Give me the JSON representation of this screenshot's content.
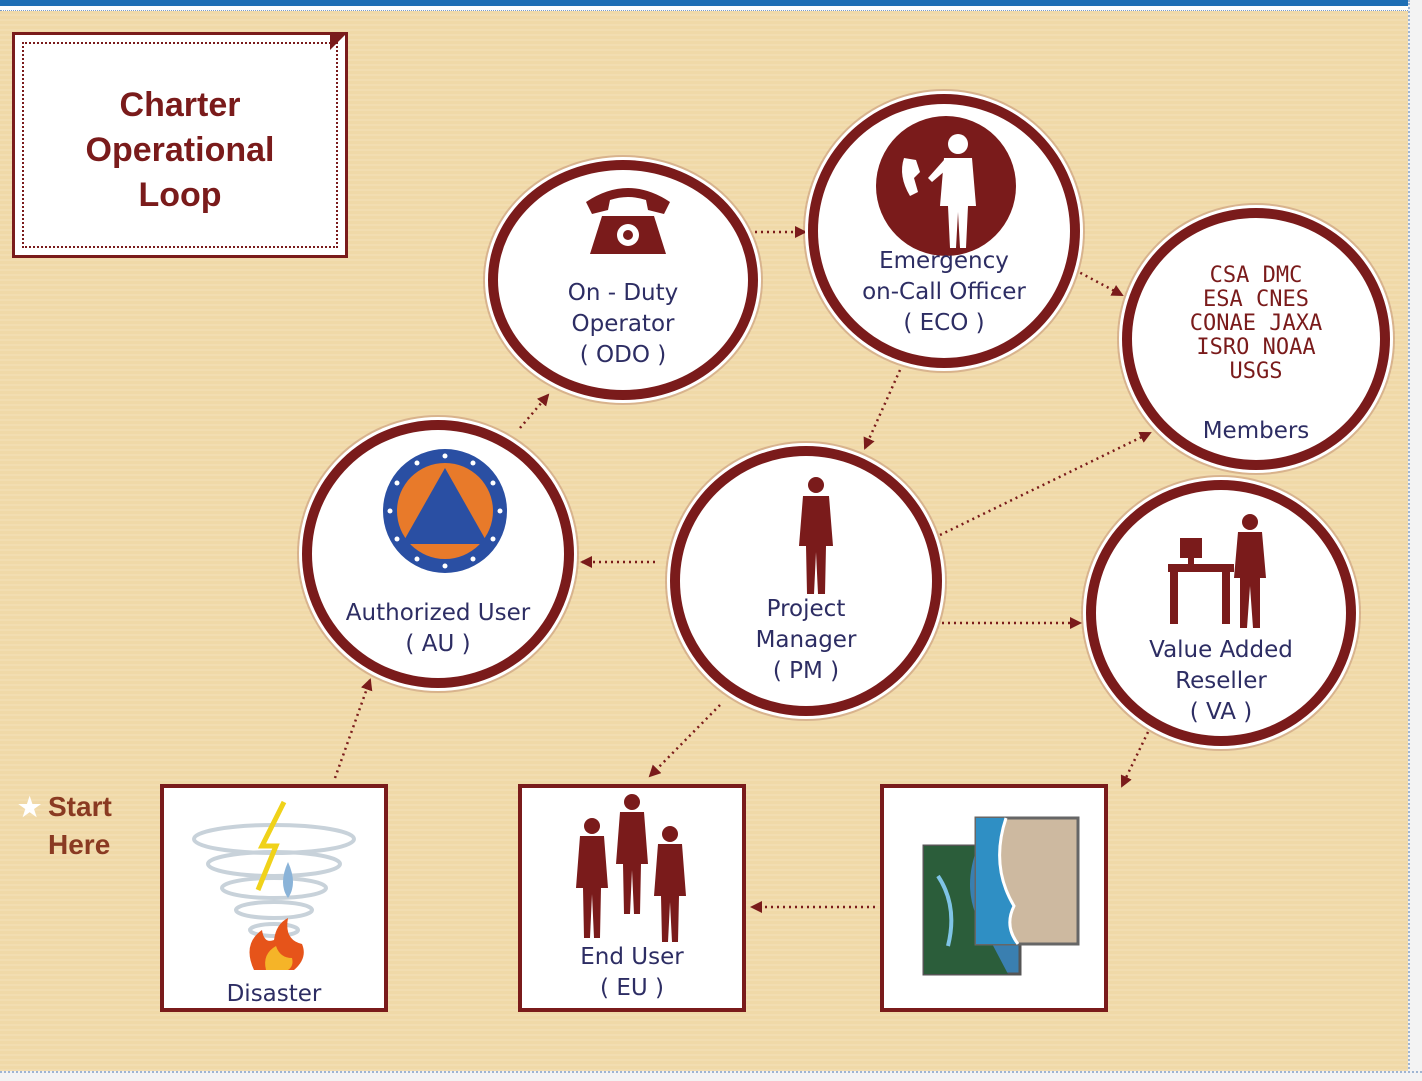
{
  "title": [
    "Charter",
    "Operational",
    "Loop"
  ],
  "start": [
    "Start",
    "Here"
  ],
  "nodes": {
    "odo": [
      "On - Duty",
      "Operator",
      "( ODO )"
    ],
    "eco": [
      "Emergency",
      "on-Call Officer",
      "( ECO )"
    ],
    "members_list": [
      "CSA DMC",
      "ESA CNES",
      "CONAE JAXA",
      "ISRO NOAA",
      "USGS"
    ],
    "members_label": "Members",
    "au": [
      "Authorized User",
      "( AU )"
    ],
    "pm": [
      "Project",
      "Manager",
      "( PM )"
    ],
    "va": [
      "Value Added",
      "Reseller",
      "( VA )"
    ],
    "disaster": "Disaster",
    "eu": [
      "End User",
      "( EU )"
    ]
  },
  "icons": {
    "odo": "telephone-icon",
    "eco": "person-on-phone-icon",
    "au": "civil-protection-emblem-icon",
    "pm": "person-silhouette-icon",
    "va": "person-at-desk-icon",
    "disaster": "storm-fire-icon",
    "eu": "group-of-people-icon",
    "imagery": "satellite-imagery-icon"
  },
  "colors": {
    "accent": "#7a1b1b",
    "text": "#2d2d63",
    "background": "#f0d9a8"
  }
}
